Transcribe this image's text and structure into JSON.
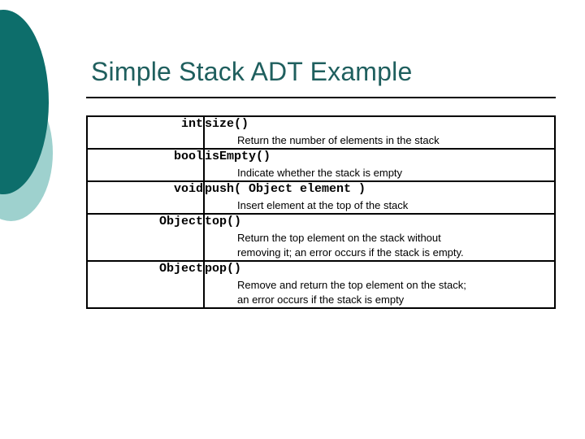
{
  "slide": {
    "title": "Simple Stack ADT Example",
    "title_color": "#1f5f5e",
    "background_color": "#ffffff",
    "ornament": {
      "dark_color": "#0d6e6b",
      "light_color": "#9ed1ce"
    }
  },
  "table": {
    "border_color": "#000000",
    "rows": [
      {
        "type": "int",
        "signature": "size()",
        "description": [
          "Return the number of elements in the stack"
        ]
      },
      {
        "type": "bool",
        "signature": "isEmpty()",
        "description": [
          "Indicate whether the stack is empty"
        ]
      },
      {
        "type": "void",
        "signature": "push( Object element )",
        "description": [
          "Insert element at the top of the stack"
        ]
      },
      {
        "type": "Object",
        "signature": "top()",
        "description": [
          "Return the top element on the stack without",
          "removing it; an error occurs if the stack is empty."
        ]
      },
      {
        "type": "Object",
        "signature": "pop()",
        "description": [
          "Remove and return the top element on the stack;",
          "an error occurs if the stack is empty"
        ]
      }
    ]
  }
}
